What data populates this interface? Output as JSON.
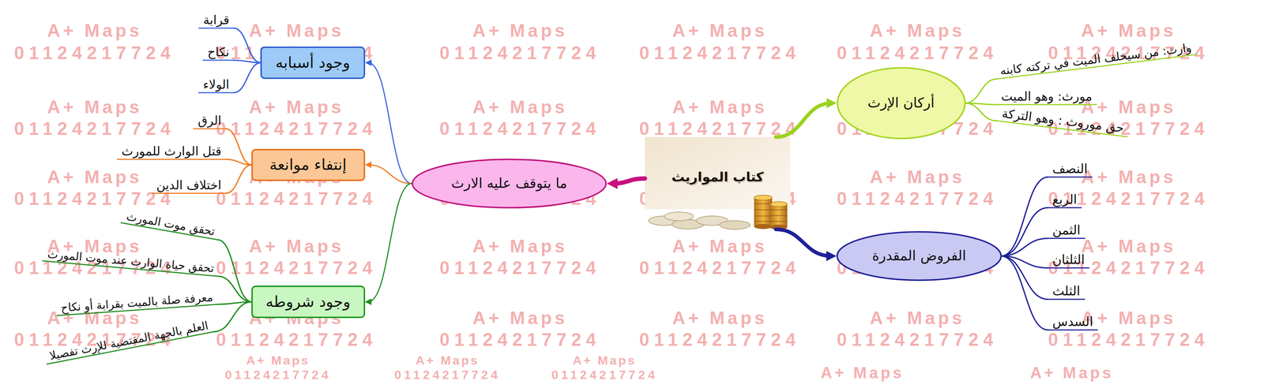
{
  "diagram": {
    "nodes": [
      {
        "text": [
          "كتاب المواريث"
        ]
      },
      {
        "text": [
          "أركان الإرث"
        ]
      },
      {
        "text": [
          "الفروض المقدرة"
        ]
      },
      {
        "text": [
          "ما يتوقف عليه الارث"
        ]
      },
      {
        "text": [
          "وجود أسبابه"
        ]
      },
      {
        "text": [
          "إنتفاء موانعة"
        ]
      },
      {
        "text": [
          "وجود شروطه"
        ]
      }
    ],
    "edges": [
      {
        "from": 0,
        "to": 1,
        "arrow": "to"
      },
      {
        "from": 0,
        "to": 2,
        "arrow": "to"
      },
      {
        "from": 0,
        "to": 3,
        "arrow": "to"
      },
      {
        "from": 3,
        "to": 4,
        "arrow": "to"
      },
      {
        "from": 3,
        "to": 5,
        "arrow": "to"
      },
      {
        "from": 3,
        "to": 6,
        "arrow": "to"
      }
    ],
    "labels": [
      "وارث: من سيخلف الميت في تركته كابنه",
      "مورث: وهو الميت",
      "حق موروث : وهو التركة",
      "النصف",
      "الربع",
      "الثمن",
      "الثلثان",
      "الثلث",
      "السدس",
      "قرابة",
      "نكاح",
      "الولاء",
      "الرق",
      "قتل الوارث للمورث",
      "اختلاف الدين",
      "تحقق موت المورث",
      "تحقق حياة الوارث عند موت المورث",
      "معرفة صلة بالميت بقرابة أو نكاح",
      "العلم بالجهة المقتضية للإرث تفصيلا",
      "A+ Maps",
      "01124217724",
      "A+ Maps",
      "01124217724",
      "A+ Maps",
      "01124217724",
      "A+ Maps",
      "01124217724",
      "A+ Maps",
      "01124217724",
      "A+ Maps",
      "01124217724",
      "A+ Maps",
      "01124217724",
      "A+ Maps",
      "01124217724",
      "A+ Maps",
      "01124217724",
      "A+ Maps",
      "01124217724",
      "A+ Maps",
      "01124217724",
      "A+ Maps",
      "01124217724",
      "A+ Maps",
      "01124217724",
      "A+ Maps",
      "01124217724",
      "A+ Maps",
      "01124217724",
      "A+ Maps",
      "01124217724",
      "A+ Maps",
      "01124217724",
      "A+ Maps",
      "01124217724",
      "A+ Maps",
      "01124217724",
      "A+ Maps",
      "01124217724",
      "A+ Maps",
      "01124217724",
      "A+ Maps",
      "01124217724",
      "A+ Maps",
      "01124217724",
      "A+ Maps",
      "01124217724",
      "A+ Maps",
      "01124217724",
      "A+ Maps",
      "01124217724",
      "A+ Maps",
      "01124217724",
      "A+ Maps",
      "01124217724",
      "A+ Maps",
      "01124217724",
      "A+ Maps",
      "01124217724",
      "A+ Maps",
      "01124217724",
      "A+ Maps",
      "01124217724",
      "A+ Maps",
      "01124217724",
      "A+ Maps",
      "A+ Maps"
    ]
  }
}
